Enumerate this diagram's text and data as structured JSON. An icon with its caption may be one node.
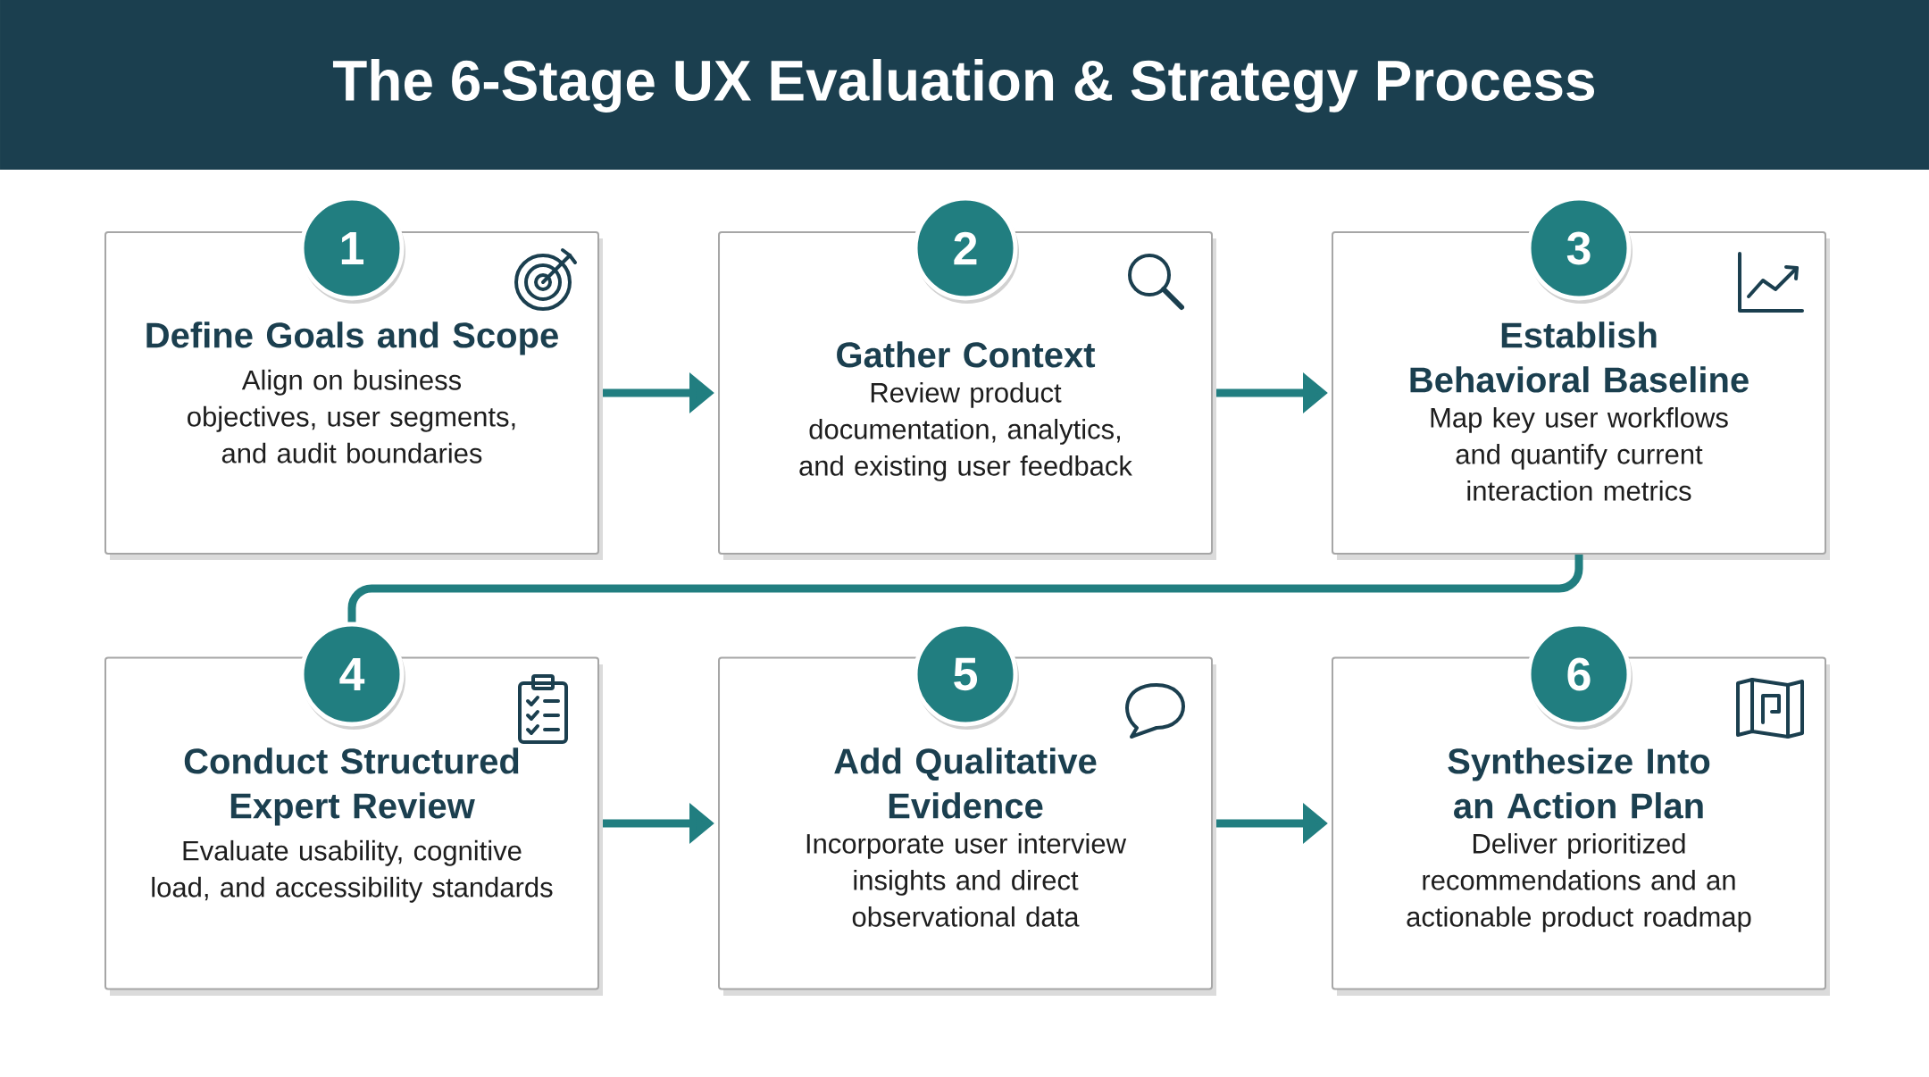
{
  "diagram": {
    "title": "The 6-Stage UX Evaluation & Strategy Process",
    "nodes": [
      {
        "text": [
          "1",
          "Define Goals and Scope",
          "Align on business objectives, user segments, and audit boundaries"
        ]
      },
      {
        "text": [
          "2",
          "Gather Context",
          "Review product documentation, analytics, and existing user feedback"
        ]
      },
      {
        "text": [
          "3",
          "Establish Behavioral Baseline",
          "Map key user workflows and quantify current interaction metrics"
        ]
      },
      {
        "text": [
          "4",
          "Conduct Structured Expert Review",
          "Evaluate usability, cognitive load, and accessibility standards"
        ]
      },
      {
        "text": [
          "5",
          "Add Qualitative Evidence",
          "Incorporate user interview insights and direct observational data"
        ]
      },
      {
        "text": [
          "6",
          "Synthesize Into an Action Plan",
          "Deliver prioritized recommendations and an actionable product roadmap"
        ]
      }
    ],
    "edges": [
      {
        "from": 0,
        "to": 1,
        "arrow": "to"
      },
      {
        "from": 1,
        "to": 2,
        "arrow": "to"
      },
      {
        "from": 2,
        "to": 3,
        "arrow": "none"
      },
      {
        "from": 3,
        "to": 4,
        "arrow": "to"
      },
      {
        "from": 4,
        "to": 5,
        "arrow": "to"
      }
    ]
  }
}
